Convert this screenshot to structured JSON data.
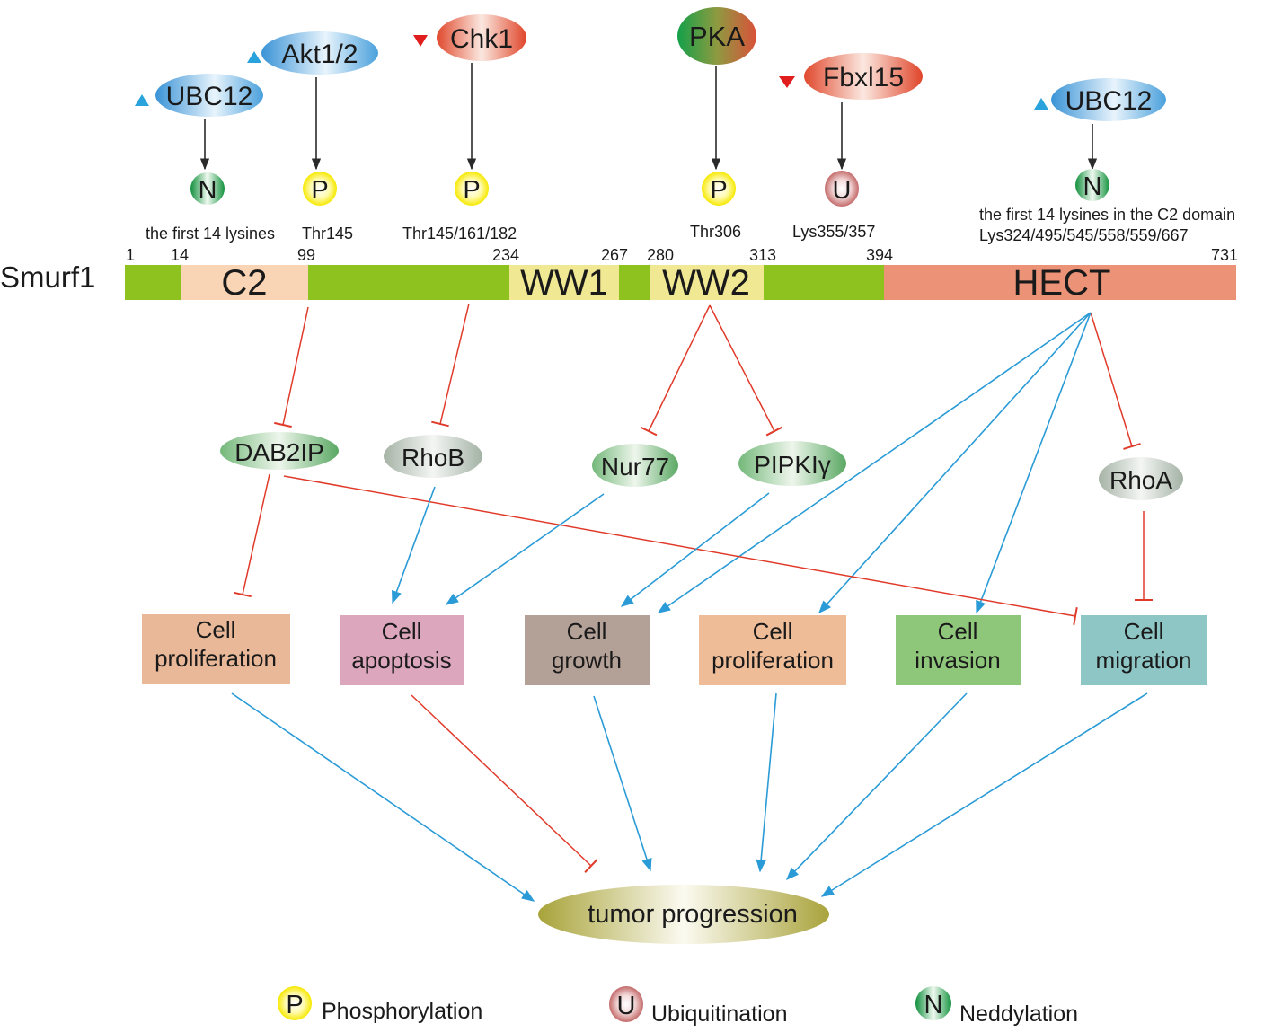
{
  "protein": {
    "name": "Smurf1"
  },
  "domains": [
    {
      "id": "c2",
      "label": "C2",
      "start": 14,
      "end": 99,
      "color": "#f9d5b6"
    },
    {
      "id": "ww1",
      "label": "WW1",
      "start": 234,
      "end": 267,
      "color": "#f1e893"
    },
    {
      "id": "ww2",
      "label": "WW2",
      "start": 280,
      "end": 313,
      "color": "#f1e893"
    },
    {
      "id": "hect",
      "label": "HECT",
      "start": 394,
      "end": 731,
      "color": "#ec9277"
    }
  ],
  "backbone_color": "#8dc21f",
  "positions": [
    "1",
    "14",
    "99",
    "234",
    "267",
    "280",
    "313",
    "394",
    "731"
  ],
  "regulators": [
    {
      "id": "ubc12-left",
      "label": "UBC12",
      "mark": "up",
      "gradient": "blue"
    },
    {
      "id": "akt",
      "label": "Akt1/2",
      "mark": "up",
      "gradient": "blue"
    },
    {
      "id": "chk1",
      "label": "Chk1",
      "mark": "down",
      "gradient": "red"
    },
    {
      "id": "pka",
      "label": "PKA",
      "mark": "none",
      "gradient": "greenred"
    },
    {
      "id": "fbxl15",
      "label": "Fbxl15",
      "mark": "down",
      "gradient": "red"
    },
    {
      "id": "ubc12-right",
      "label": "UBC12",
      "mark": "up",
      "gradient": "blue"
    }
  ],
  "modifications": [
    {
      "id": "mod-n-left",
      "letter": "N",
      "site": "the first 14 lysines"
    },
    {
      "id": "mod-p-akt",
      "letter": "P",
      "site": "Thr145"
    },
    {
      "id": "mod-p-chk1",
      "letter": "P",
      "site": "Thr145/161/182"
    },
    {
      "id": "mod-p-pka",
      "letter": "P",
      "site": "Thr306"
    },
    {
      "id": "mod-u-fbxl15",
      "letter": "U",
      "site": "Lys355/357"
    },
    {
      "id": "mod-n-right",
      "letter": "N",
      "site": "the first 14 lysines in the C2 domain",
      "site2": "Lys324/495/545/558/559/667"
    }
  ],
  "substrates": [
    {
      "id": "dab2ip",
      "label": "DAB2IP"
    },
    {
      "id": "rhob",
      "label": "RhoB"
    },
    {
      "id": "nur77",
      "label": "Nur77"
    },
    {
      "id": "pipki",
      "label": "PIPKIγ"
    },
    {
      "id": "rhoa",
      "label": "RhoA"
    }
  ],
  "processes": [
    {
      "id": "prolif-1",
      "line1": "Cell",
      "line2": "proliferation",
      "color": "#e8b898"
    },
    {
      "id": "apoptosis",
      "line1": "Cell",
      "line2": "apoptosis",
      "color": "#dca6bd"
    },
    {
      "id": "growth",
      "line1": "Cell",
      "line2": "growth",
      "color": "#b3a096"
    },
    {
      "id": "prolif-2",
      "line1": "Cell",
      "line2": "proliferation",
      "color": "#efbc98"
    },
    {
      "id": "invasion",
      "line1": "Cell",
      "line2": "invasion",
      "color": "#8fc77a"
    },
    {
      "id": "migration",
      "line1": "Cell",
      "line2": "migration",
      "color": "#8ec6c5"
    }
  ],
  "outcome": {
    "label": "tumor progression"
  },
  "legend": [
    {
      "letter": "P",
      "label": "Phosphorylation"
    },
    {
      "letter": "U",
      "label": "Ubiquitination"
    },
    {
      "letter": "N",
      "label": "Neddylation"
    }
  ],
  "colors": {
    "activation": "#2a9bd6",
    "inhibition": "#e03a2a",
    "arrow": "#2a2a2a",
    "mark_up": "#2aa3dc",
    "mark_down": "#e01e1e"
  }
}
